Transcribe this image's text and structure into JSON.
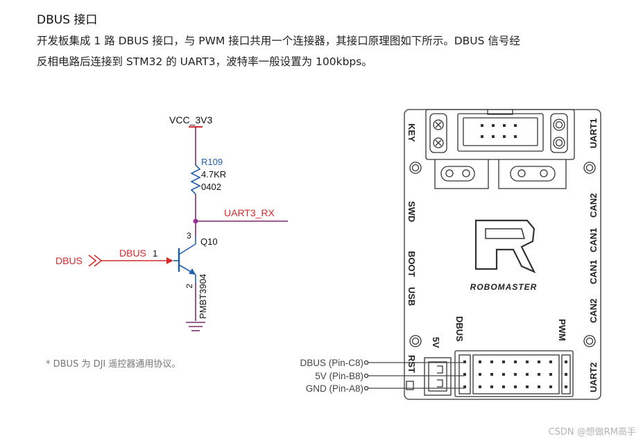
{
  "heading": "DBUS 接口",
  "body_line_1": "开发板集成 1 路 DBUS 接口，与 PWM 接口共用一个连接器，其接口原理图如下所示。DBUS 信号经",
  "body_line_2": "反相电路后连接到 STM32 的 UART3，波特率一般设置为 100kbps。",
  "schematic": {
    "vcc": "VCC_3V3",
    "resistor_ref": "R109",
    "resistor_value": "4.7KR",
    "resistor_pkg": "0402",
    "net_uart": "UART3_RX",
    "transistor_ref": "Q10",
    "transistor_part": "PMBT3904",
    "pin_collector": "3",
    "pin_base": "1",
    "pin_emitter": "2",
    "port_label": "DBUS",
    "net_dbus": "DBUS"
  },
  "footnote": "* DBUS 为 DJI 遥控器通用协议。",
  "board": {
    "labels_left": [
      "KEY",
      "SWD",
      "BOOT",
      "USB",
      "RST"
    ],
    "labels_right": [
      "UART1",
      "CAN2",
      "CAN1",
      "CAN1",
      "CAN2",
      "UART2",
      "PWM"
    ],
    "label_dbus": "DBUS",
    "label_5v": "5V",
    "brand": "ROBOMASTER",
    "pins": [
      "DBUS (Pin-C8)",
      "5V (Pin-B8)",
      "GND (Pin-A8)"
    ]
  },
  "watermark": "CSDN @想做RM高手",
  "colors": {
    "net_red": "#d42a2a",
    "wire_purple": "#7d2a6a",
    "transistor_blue": "#1f5fb0",
    "board_line": "#333333"
  }
}
